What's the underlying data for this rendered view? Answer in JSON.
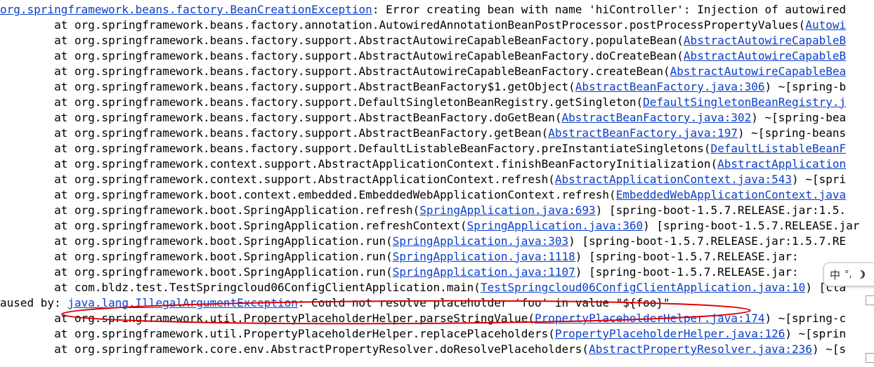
{
  "console": {
    "lines": [
      {
        "kind": "exception",
        "prefix": "",
        "link": "org.springframework.beans.factory.BeanCreationException",
        "suffix": ": Error creating bean with name 'hiController': Injection of autowired"
      },
      {
        "kind": "frame",
        "prefix": "        at org.springframework.beans.factory.annotation.AutowiredAnnotationBeanPostProcessor.postProcessPropertyValues(",
        "link": "Autowi",
        "suffix": ""
      },
      {
        "kind": "frame",
        "prefix": "        at org.springframework.beans.factory.support.AbstractAutowireCapableBeanFactory.populateBean(",
        "link": "AbstractAutowireCapableB",
        "suffix": ""
      },
      {
        "kind": "frame",
        "prefix": "        at org.springframework.beans.factory.support.AbstractAutowireCapableBeanFactory.doCreateBean(",
        "link": "AbstractAutowireCapableB",
        "suffix": ""
      },
      {
        "kind": "frame",
        "prefix": "        at org.springframework.beans.factory.support.AbstractAutowireCapableBeanFactory.createBean(",
        "link": "AbstractAutowireCapableBea",
        "suffix": ""
      },
      {
        "kind": "frame",
        "prefix": "        at org.springframework.beans.factory.support.AbstractBeanFactory$1.getObject(",
        "link": "AbstractBeanFactory.java:306",
        "suffix": ") ~[spring-b"
      },
      {
        "kind": "frame",
        "prefix": "        at org.springframework.beans.factory.support.DefaultSingletonBeanRegistry.getSingleton(",
        "link": "DefaultSingletonBeanRegistry.j",
        "suffix": ""
      },
      {
        "kind": "frame",
        "prefix": "        at org.springframework.beans.factory.support.AbstractBeanFactory.doGetBean(",
        "link": "AbstractBeanFactory.java:302",
        "suffix": ") ~[spring-bea"
      },
      {
        "kind": "frame",
        "prefix": "        at org.springframework.beans.factory.support.AbstractBeanFactory.getBean(",
        "link": "AbstractBeanFactory.java:197",
        "suffix": ") ~[spring-beans"
      },
      {
        "kind": "frame",
        "prefix": "        at org.springframework.beans.factory.support.DefaultListableBeanFactory.preInstantiateSingletons(",
        "link": "DefaultListableBeanF",
        "suffix": ""
      },
      {
        "kind": "frame",
        "prefix": "        at org.springframework.context.support.AbstractApplicationContext.finishBeanFactoryInitialization(",
        "link": "AbstractApplication",
        "suffix": ""
      },
      {
        "kind": "frame",
        "prefix": "        at org.springframework.context.support.AbstractApplicationContext.refresh(",
        "link": "AbstractApplicationContext.java:543",
        "suffix": ") ~[spri"
      },
      {
        "kind": "frame",
        "prefix": "        at org.springframework.boot.context.embedded.EmbeddedWebApplicationContext.refresh(",
        "link": "EmbeddedWebApplicationContext.java",
        "suffix": ""
      },
      {
        "kind": "frame",
        "prefix": "        at org.springframework.boot.SpringApplication.refresh(",
        "link": "SpringApplication.java:693",
        "suffix": ") [spring-boot-1.5.7.RELEASE.jar:1.5."
      },
      {
        "kind": "frame",
        "prefix": "        at org.springframework.boot.SpringApplication.refreshContext(",
        "link": "SpringApplication.java:360",
        "suffix": ") [spring-boot-1.5.7.RELEASE.jar"
      },
      {
        "kind": "frame",
        "prefix": "        at org.springframework.boot.SpringApplication.run(",
        "link": "SpringApplication.java:303",
        "suffix": ") [spring-boot-1.5.7.RELEASE.jar:1.5.7.RE"
      },
      {
        "kind": "frame",
        "prefix": "        at org.springframework.boot.SpringApplication.run(",
        "link": "SpringApplication.java:1118",
        "suffix": ") [spring-boot-1.5.7.RELEASE.jar:"
      },
      {
        "kind": "frame",
        "prefix": "        at org.springframework.boot.SpringApplication.run(",
        "link": "SpringApplication.java:1107",
        "suffix": ") [spring-boot-1.5.7.RELEASE.jar:"
      },
      {
        "kind": "frame",
        "prefix": "        at com.bldz.test.TestSpringcloud06ConfigClientApplication.main(",
        "link": "TestSpringcloud06ConfigClientApplication.java:10",
        "suffix": ") [cla"
      },
      {
        "kind": "cause",
        "prefix": "aused by: ",
        "link": "java.lang.IllegalArgumentException",
        "suffix": ": Could not resolve placeholder 'foo' in value \"${foo}\""
      },
      {
        "kind": "frame",
        "prefix": "        at org.springframework.util.PropertyPlaceholderHelper.parseStringValue(",
        "link": "PropertyPlaceholderHelper.java:174",
        "suffix": ") ~[spring-c"
      },
      {
        "kind": "frame",
        "prefix": "        at org.springframework.util.PropertyPlaceholderHelper.replacePlaceholders(",
        "link": "PropertyPlaceholderHelper.java:126",
        "suffix": ") ~[sprin"
      },
      {
        "kind": "frame",
        "prefix": "        at org.springframework.core.env.AbstractPropertyResolver.doResolvePlaceholders(",
        "link": "AbstractPropertyResolver.java:236",
        "suffix": ") ~[s"
      }
    ]
  },
  "ime": {
    "lang_label": "中",
    "punct_label": "°,",
    "icon": "moon-icon"
  },
  "colors": {
    "link": "#0a3ec9",
    "text": "#000000",
    "annotation": "#e00000",
    "background": "#ffffff"
  }
}
